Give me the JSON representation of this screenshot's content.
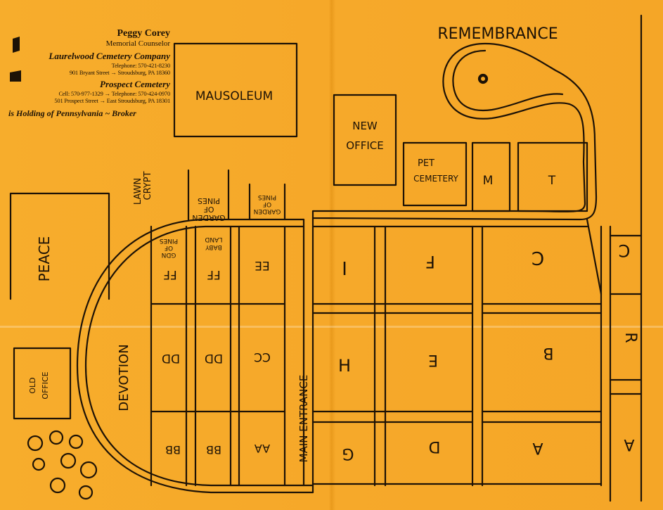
{
  "header": {
    "name": "Peggy Corey",
    "role": "Memorial Counselor",
    "company1": "Laurelwood Cemetery Company",
    "company1_phone": "Telephone: 570-421-8230",
    "company1_address": "901 Bryant Street → Stroudsburg, PA 18360",
    "company2": "Prospect Cemetery",
    "company2_phone": "Cell: 570-977-1329 → Telephone: 570-424-0970",
    "company2_address": "501 Prospect Street → East Stroudsburg, PA 18301",
    "holding": "is Holding of Pennsylvania ~ Broker"
  },
  "labels": {
    "remembrance": "REMEMBRANCE",
    "mausoleum": "MAUSOLEUM",
    "new_office_1": "NEW",
    "new_office_2": "OFFICE",
    "pet_cemetery_1": "PET",
    "pet_cemetery_2": "CEMETERY",
    "m": "M",
    "t": "T",
    "lawn_crypt_1": "LAWN",
    "lawn_crypt_2": "CRYPT",
    "garden_of_pines_1": "GARDEN",
    "garden_of_pines_2": "OF",
    "garden_of_pines_3": "PINES",
    "garden_of_pines_small_1": "GARDEN",
    "garden_of_pines_small_2": "OF",
    "garden_of_pines_small_3": "PINES",
    "baby_land_1": "BABY",
    "baby_land_2": "LAND",
    "gdn_of_pines_1": "GDN",
    "gdn_of_pines_2": "OF",
    "gdn_of_pines_3": "PINES",
    "peace": "PEACE",
    "old_office_1": "OLD",
    "old_office_2": "OFFICE",
    "devotion": "DEVOTION",
    "main_entrance": "MAIN ENTRANCE",
    "sections": {
      "ff1": "FF",
      "ff2": "FF",
      "ee": "EE",
      "dd1": "DD",
      "dd2": "DD",
      "cc": "CC",
      "bb1": "BB",
      "bb2": "BB",
      "aa": "AA",
      "i": "I",
      "f": "F",
      "c1": "C",
      "c2": "C",
      "h": "H",
      "e": "E",
      "b": "B",
      "r": "R",
      "g": "G",
      "d": "D",
      "a1": "A",
      "a2": "A"
    }
  },
  "colors": {
    "paper": "#f5a623",
    "ink": "#1d1206"
  }
}
